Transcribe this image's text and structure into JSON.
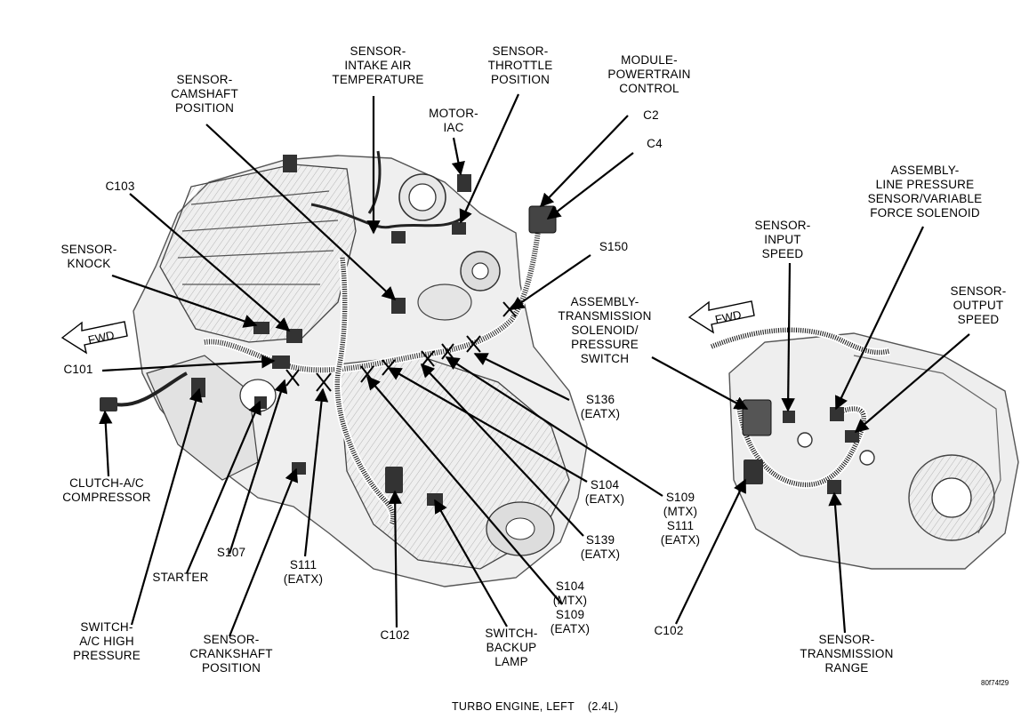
{
  "figure": {
    "caption": "TURBO ENGINE, LEFT    (2.4L)",
    "figure_id": "80f74f29",
    "fwd_left": "FWD",
    "fwd_right": "FWD"
  },
  "labels": [
    {
      "id": "sensor-camshaft-position",
      "lines": [
        "SENSOR-",
        "CAMSHAFT",
        "POSITION"
      ]
    },
    {
      "id": "sensor-intake-air-temperature",
      "lines": [
        "SENSOR-",
        "INTAKE AIR",
        "TEMPERATURE"
      ]
    },
    {
      "id": "sensor-throttle-position",
      "lines": [
        "SENSOR-",
        "THROTTLE",
        "POSITION"
      ]
    },
    {
      "id": "module-powertrain-control",
      "lines": [
        "MODULE-",
        "POWERTRAIN",
        "CONTROL"
      ]
    },
    {
      "id": "c2",
      "lines": [
        "C2"
      ]
    },
    {
      "id": "c4",
      "lines": [
        "C4"
      ]
    },
    {
      "id": "motor-iac",
      "lines": [
        "MOTOR-",
        "IAC"
      ]
    },
    {
      "id": "c103",
      "lines": [
        "C103"
      ]
    },
    {
      "id": "sensor-knock",
      "lines": [
        "SENSOR-",
        "KNOCK"
      ]
    },
    {
      "id": "s150",
      "lines": [
        "S150"
      ]
    },
    {
      "id": "assembly-transmission-solenoid",
      "lines": [
        "ASSEMBLY-",
        "TRANSMISSION",
        "SOLENOID/",
        "PRESSURE",
        "SWITCH"
      ]
    },
    {
      "id": "c101",
      "lines": [
        "C101"
      ]
    },
    {
      "id": "s136",
      "lines": [
        "S136",
        "(EATX)"
      ]
    },
    {
      "id": "clutch-ac-compressor",
      "lines": [
        "CLUTCH-A/C",
        "COMPRESSOR"
      ]
    },
    {
      "id": "s104-eatx",
      "lines": [
        "S104",
        "(EATX)"
      ]
    },
    {
      "id": "s109-s111",
      "lines": [
        "S109",
        "(MTX)",
        "S111",
        "(EATX)"
      ]
    },
    {
      "id": "s139",
      "lines": [
        "S139",
        "(EATX)"
      ]
    },
    {
      "id": "s107",
      "lines": [
        "S107"
      ]
    },
    {
      "id": "s111-eatx",
      "lines": [
        "S111",
        "(EATX)"
      ]
    },
    {
      "id": "starter",
      "lines": [
        "STARTER"
      ]
    },
    {
      "id": "s104-mtx-s109",
      "lines": [
        "S104",
        "(MTX)",
        "S109",
        "(EATX)"
      ]
    },
    {
      "id": "switch-ac-high-pressure",
      "lines": [
        "SWITCH-",
        "A/C HIGH",
        "PRESSURE"
      ]
    },
    {
      "id": "sensor-crankshaft-position",
      "lines": [
        "SENSOR-",
        "CRANKSHAFT",
        "POSITION"
      ]
    },
    {
      "id": "c102-left",
      "lines": [
        "C102"
      ]
    },
    {
      "id": "switch-backup-lamp",
      "lines": [
        "SWITCH-",
        "BACKUP",
        "LAMP"
      ]
    },
    {
      "id": "assembly-line-pressure",
      "lines": [
        "ASSEMBLY-",
        "LINE PRESSURE",
        "SENSOR/VARIABLE",
        "FORCE SOLENOID"
      ]
    },
    {
      "id": "sensor-input-speed",
      "lines": [
        "SENSOR-",
        "INPUT",
        "SPEED"
      ]
    },
    {
      "id": "sensor-output-speed",
      "lines": [
        "SENSOR-",
        "OUTPUT",
        "SPEED"
      ]
    },
    {
      "id": "c102-right",
      "lines": [
        "C102"
      ]
    },
    {
      "id": "sensor-transmission-range",
      "lines": [
        "SENSOR-",
        "TRANSMISSION",
        "RANGE"
      ]
    }
  ]
}
